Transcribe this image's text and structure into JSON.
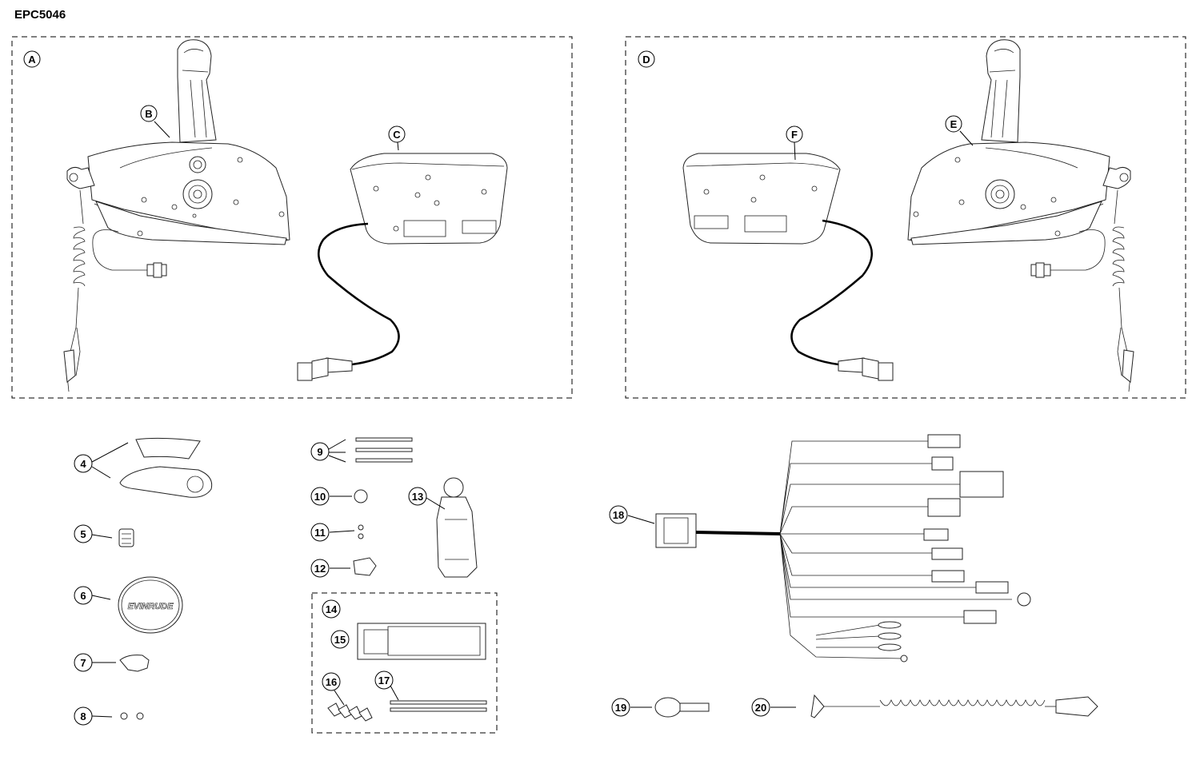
{
  "header": {
    "code": "EPC5046"
  },
  "assembly_labels": {
    "A": "A",
    "B": "B",
    "C": "C",
    "D": "D",
    "E": "E",
    "F": "F"
  },
  "part_numbers": {
    "p4": "4",
    "p5": "5",
    "p6": "6",
    "p7": "7",
    "p8": "8",
    "p9": "9",
    "p10": "10",
    "p11": "11",
    "p12": "12",
    "p13": "13",
    "p14": "14",
    "p15": "15",
    "p16": "16",
    "p17": "17",
    "p18": "18",
    "p19": "19",
    "p20": "20"
  },
  "markings": {
    "cover_logo": "EVINRUDE"
  }
}
